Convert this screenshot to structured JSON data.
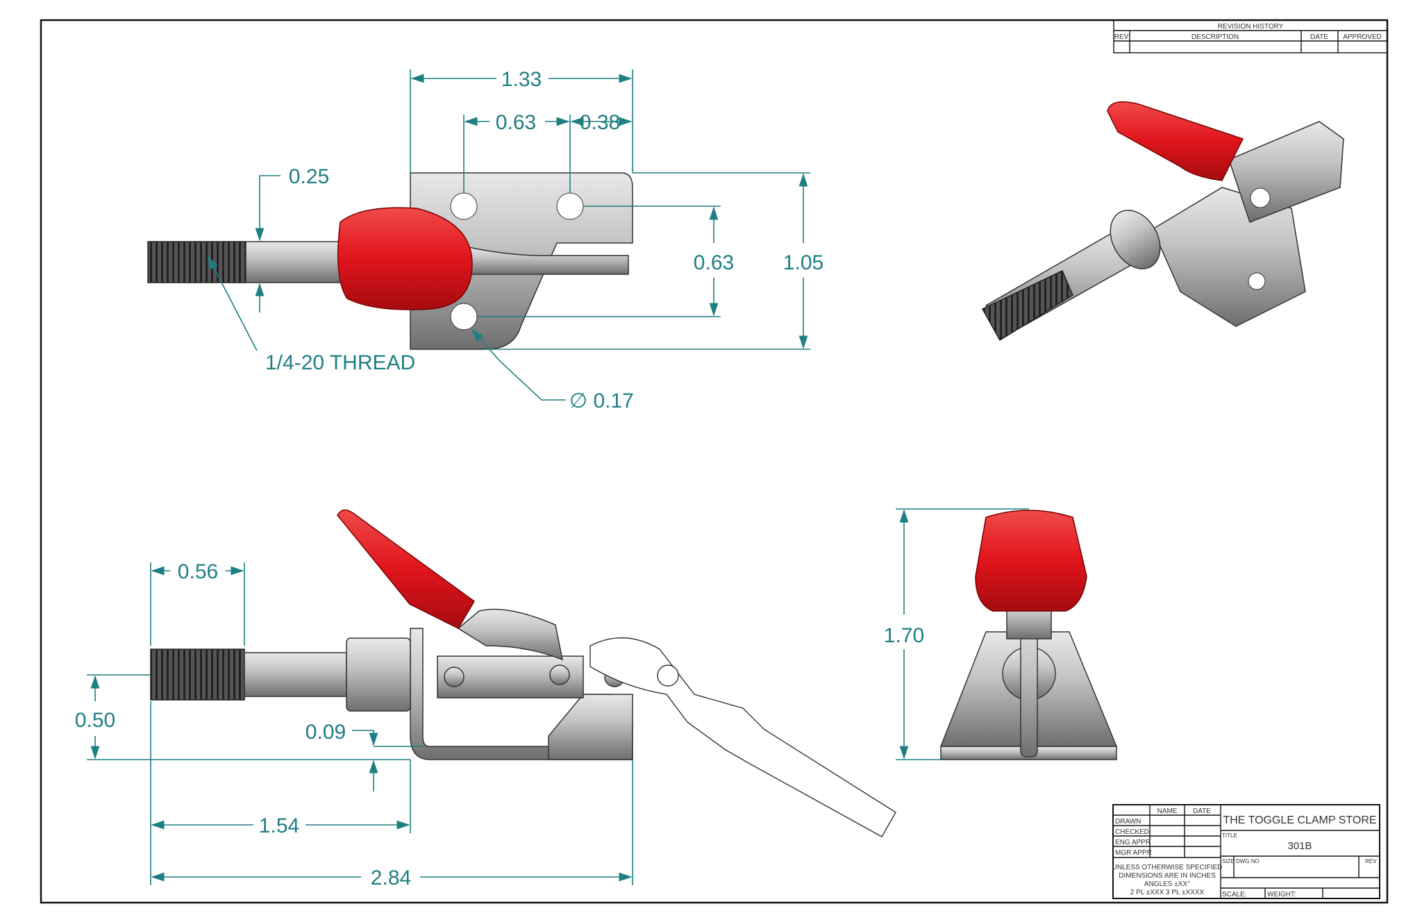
{
  "dimensions": {
    "top_overall_width": "1.33",
    "top_hole_spacing": "0.63",
    "top_hole_to_edge": "0.38",
    "top_shaft_dia": "0.25",
    "top_hole_vertical": "0.63",
    "top_plate_height": "1.05",
    "thread_note": "1/4-20 THREAD",
    "hole_dia": "∅ 0.17",
    "side_thread_length": "0.56",
    "side_shaft_height": "0.50",
    "side_plate_thickness": "0.09",
    "side_shaft_to_plate": "1.54",
    "side_overall_length": "2.84",
    "end_height": "1.70"
  },
  "revision_history": {
    "title": "REVISION HISTORY",
    "columns": [
      "REV",
      "DESCRIPTION",
      "DATE",
      "APPROVED"
    ]
  },
  "title_block": {
    "header_name": "NAME",
    "header_date": "DATE",
    "rows": [
      "DRAWN",
      "CHECKED",
      "ENG APPR",
      "MGR APPR"
    ],
    "tolerance_note": [
      "UNLESS OTHERWISE SPECIFIED",
      "DIMENSIONS ARE IN INCHES",
      "ANGLES ±XX°",
      "2 PL ±XXX 3 PL ±XXXX"
    ],
    "company": "THE TOGGLE CLAMP STORE",
    "title_label": "TITLE",
    "title": "301B",
    "size_label": "SIZE",
    "dwg_no_label": "DWG NO",
    "rev_label": "REV",
    "scale_label": "SCALE:",
    "weight_label": "WEIGHT:"
  },
  "colors": {
    "dimension": "#1d7f82",
    "handle": "#e0141b",
    "steel": "#a9a9a9"
  }
}
